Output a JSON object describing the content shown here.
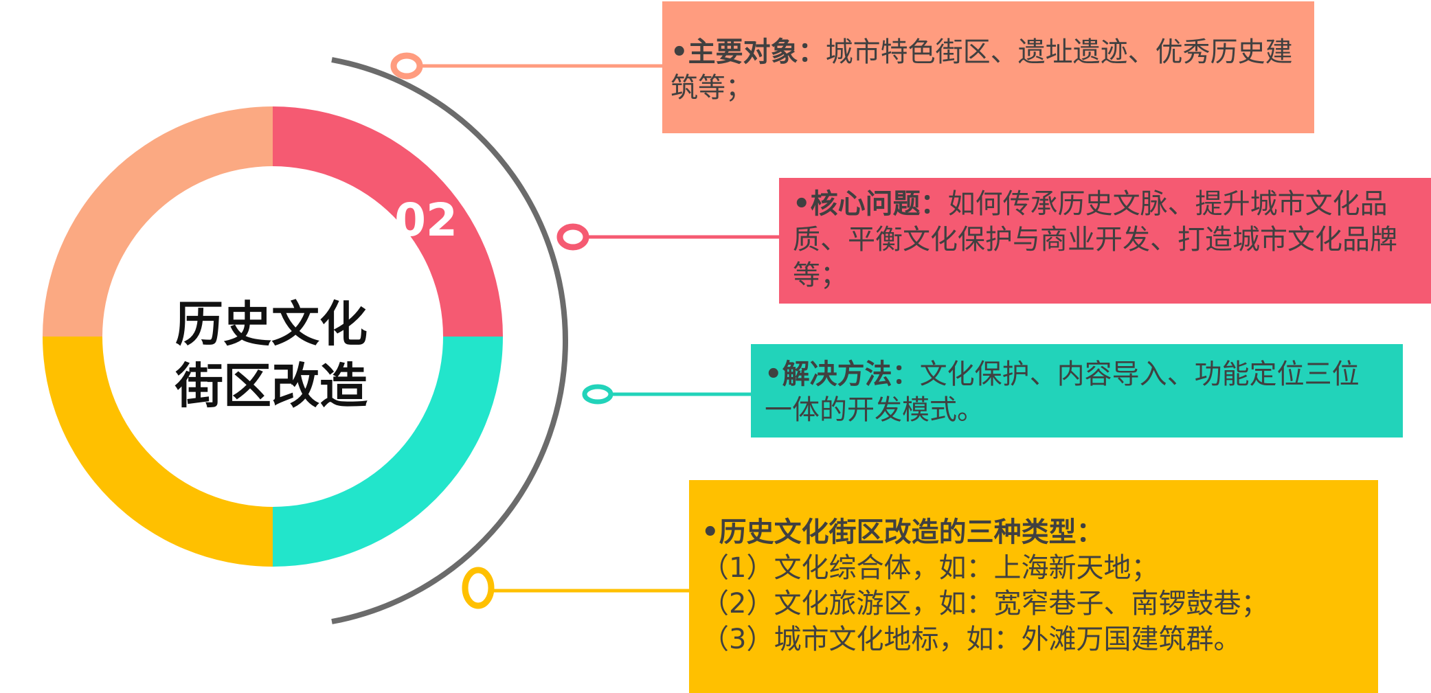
{
  "center": {
    "title_line1": "历史文化",
    "title_line2": "街区改造",
    "segment_number": "02"
  },
  "items": [
    {
      "label": "•主要对象：",
      "text": "城市特色街区、遗址遗迹、优秀历史建筑等；",
      "color": "#FF9C7F"
    },
    {
      "label": "•核心问题：",
      "text": "如何传承历史文脉、提升城市文化品质、平衡文化保护与商业开发、打造城市文化品牌等；",
      "color": "#F55A72"
    },
    {
      "label": "•解决方法：",
      "text": "文化保护、内容导入、功能定位三位一体的开发模式。",
      "color": "#22D3BA"
    },
    {
      "label": "•历史文化街区改造的三种类型：",
      "lines": [
        "（1）文化综合体，如：上海新天地；",
        "（2）文化旅游区，如：宽窄巷子、南锣鼓巷；",
        "（3）城市文化地标，如：外滩万国建筑群。"
      ],
      "color": "#FFC000"
    }
  ],
  "ring_colors": [
    "#F55A72",
    "#22E5CB",
    "#FFC000",
    "#FBA982"
  ],
  "arc_color": "#6B6B6B"
}
